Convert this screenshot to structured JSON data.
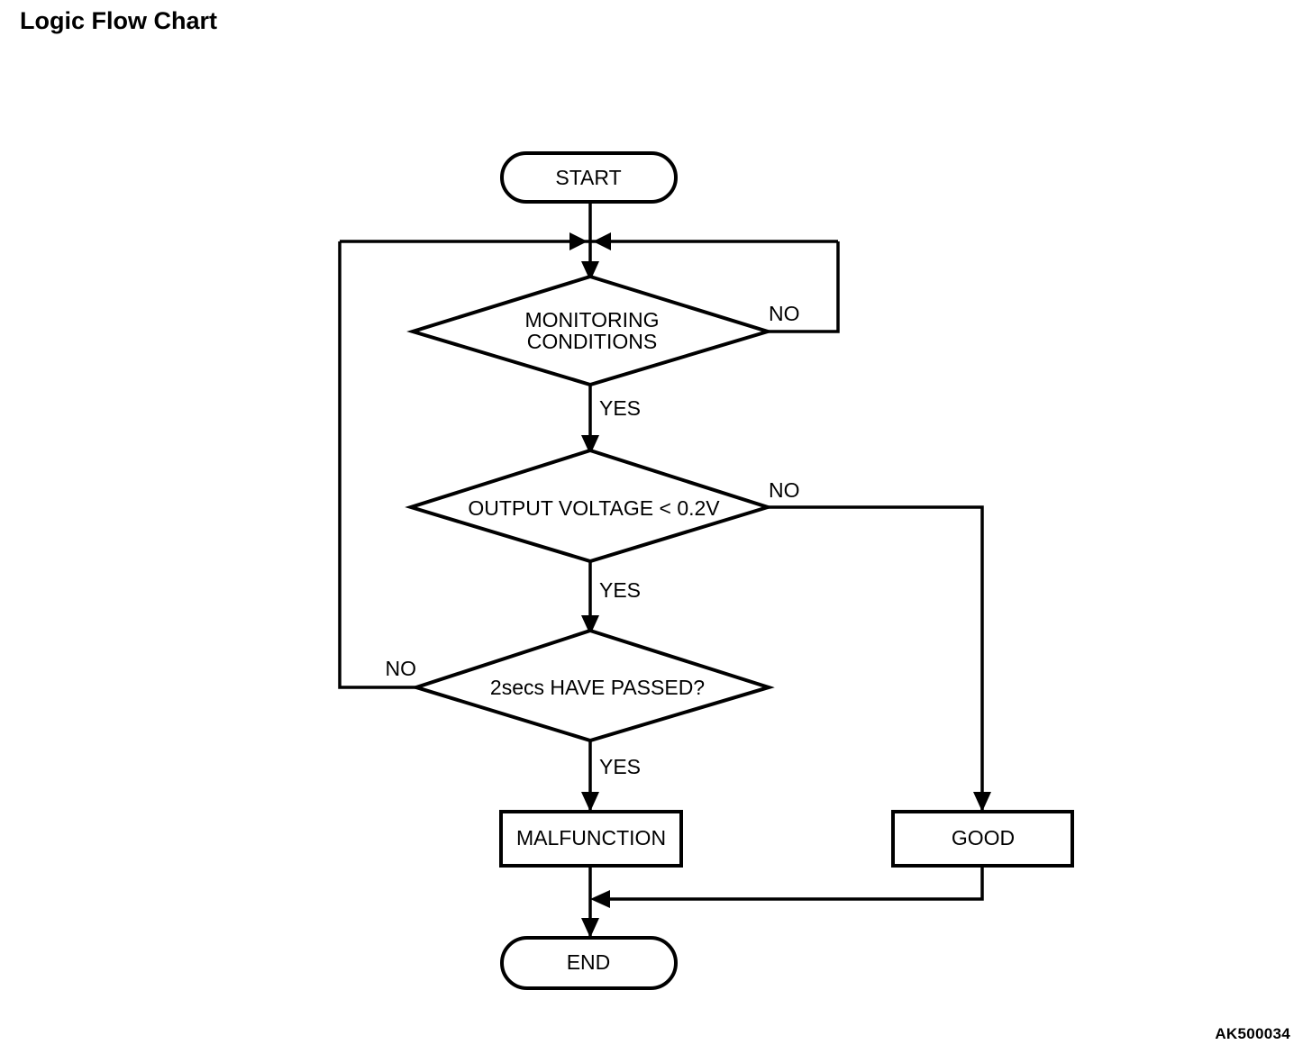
{
  "page": {
    "title": "Logic Flow Chart",
    "reference_code": "AK500034",
    "background_color": "#ffffff",
    "line_color": "#000000"
  },
  "chart_data": {
    "type": "diagram",
    "title": "Logic Flow Chart",
    "nodes": [
      {
        "id": "start",
        "shape": "terminator",
        "label": "START"
      },
      {
        "id": "monitoring",
        "shape": "decision",
        "label": "MONITORING CONDITIONS",
        "label_line1": "MONITORING",
        "label_line2": "CONDITIONS"
      },
      {
        "id": "voltage",
        "shape": "decision",
        "label": "OUTPUT VOLTAGE < 0.2V"
      },
      {
        "id": "timer",
        "shape": "decision",
        "label": "2secs HAVE PASSED?"
      },
      {
        "id": "malfunction",
        "shape": "process",
        "label": "MALFUNCTION"
      },
      {
        "id": "good",
        "shape": "process",
        "label": "GOOD"
      },
      {
        "id": "end",
        "shape": "terminator",
        "label": "END"
      }
    ],
    "edges": [
      {
        "from": "start",
        "to": "monitoring",
        "label": ""
      },
      {
        "from": "monitoring",
        "to": "voltage",
        "label": "YES"
      },
      {
        "from": "monitoring",
        "to": "monitoring",
        "label": "NO"
      },
      {
        "from": "voltage",
        "to": "timer",
        "label": "YES"
      },
      {
        "from": "voltage",
        "to": "good",
        "label": "NO"
      },
      {
        "from": "timer",
        "to": "malfunction",
        "label": "YES"
      },
      {
        "from": "timer",
        "to": "monitoring",
        "label": "NO"
      },
      {
        "from": "malfunction",
        "to": "end",
        "label": ""
      },
      {
        "from": "good",
        "to": "end",
        "label": ""
      }
    ]
  },
  "labels": {
    "start": "START",
    "monitoring_line1": "MONITORING",
    "monitoring_line2": "CONDITIONS",
    "voltage": "OUTPUT VOLTAGE < 0.2V",
    "timer": "2secs HAVE PASSED?",
    "malfunction": "MALFUNCTION",
    "good": "GOOD",
    "end": "END",
    "monitoring_no": "NO",
    "monitoring_yes": "YES",
    "voltage_no": "NO",
    "voltage_yes": "YES",
    "timer_no": "NO",
    "timer_yes": "YES"
  }
}
